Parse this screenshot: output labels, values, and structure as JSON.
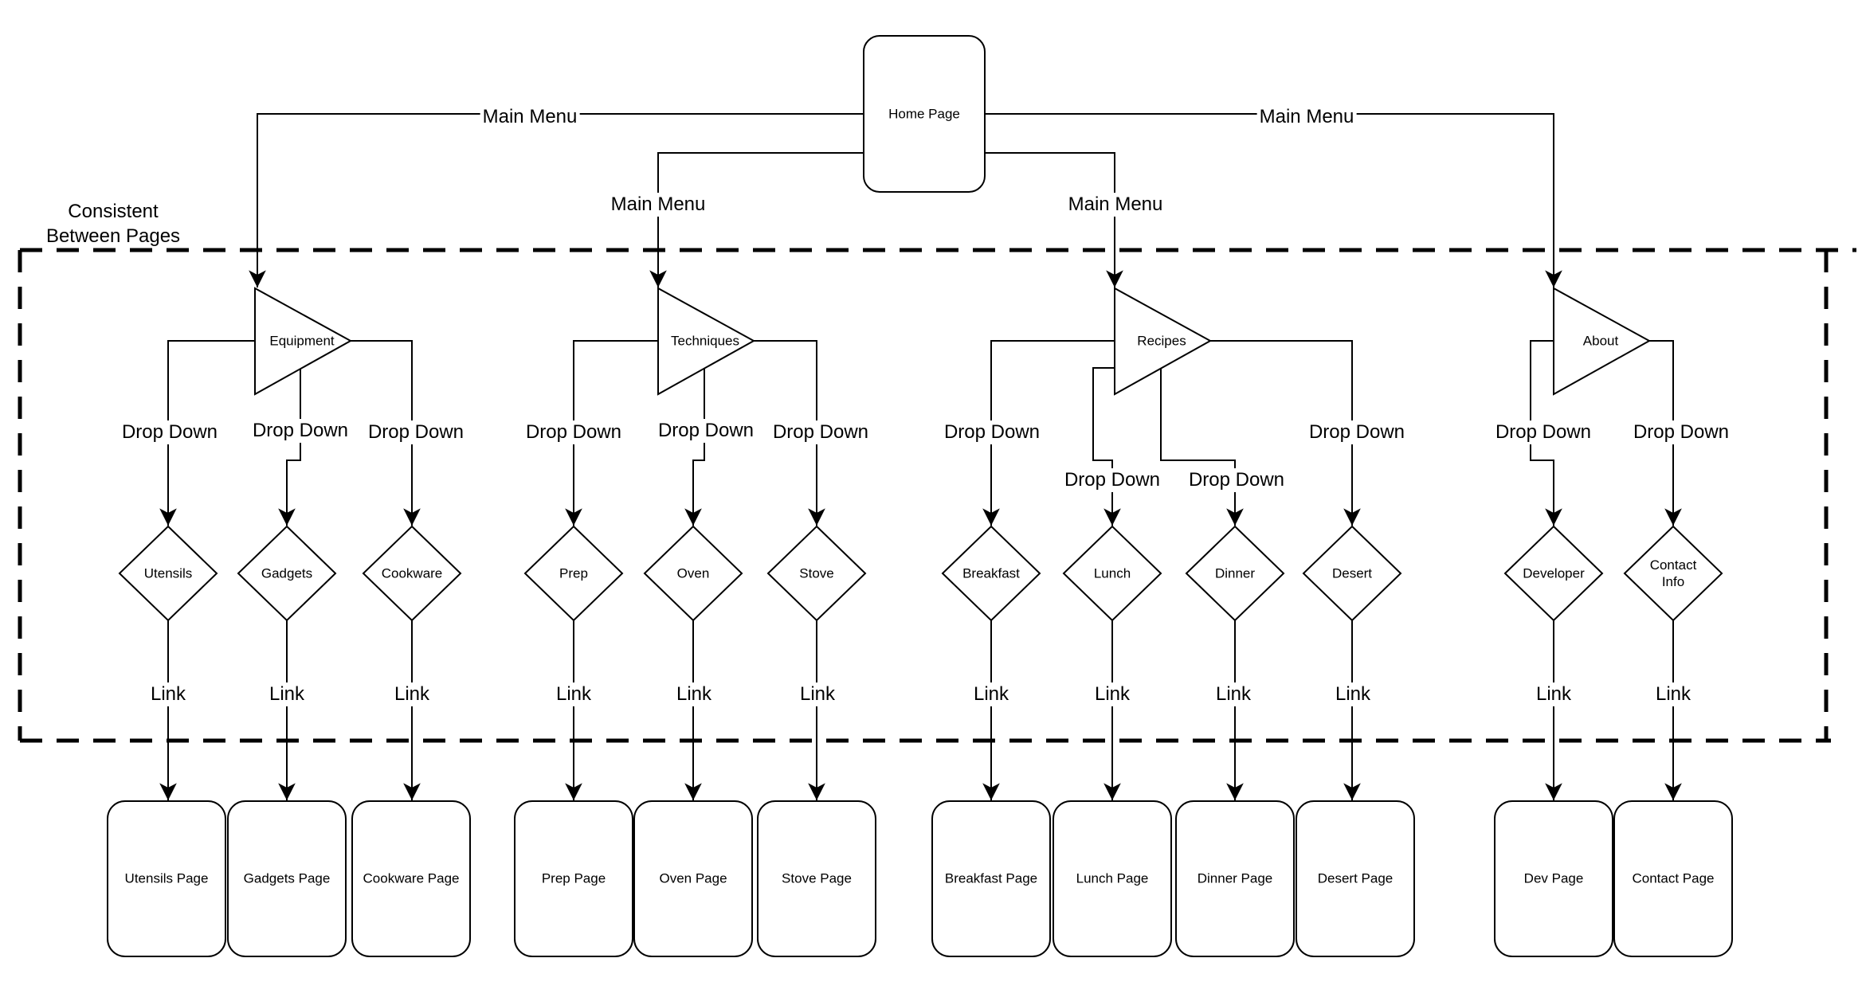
{
  "note": {
    "line1": "Consistent",
    "line2": "Between Pages"
  },
  "home": {
    "label": "Home Page"
  },
  "labels": {
    "main_menu": "Main Menu",
    "drop_down": "Drop Down",
    "link": "Link"
  },
  "menus": [
    {
      "label": "Equipment"
    },
    {
      "label": "Techniques"
    },
    {
      "label": "Recipes"
    },
    {
      "label": "About"
    }
  ],
  "items": [
    {
      "option": "Utensils",
      "page": "Utensils Page"
    },
    {
      "option": "Gadgets",
      "page": "Gadgets Page"
    },
    {
      "option": "Cookware",
      "page": "Cookware Page"
    },
    {
      "option": "Prep",
      "page": "Prep Page"
    },
    {
      "option": "Oven",
      "page": "Oven Page"
    },
    {
      "option": "Stove",
      "page": "Stove Page"
    },
    {
      "option": "Breakfast",
      "page": "Breakfast Page"
    },
    {
      "option": "Lunch",
      "page": "Lunch Page"
    },
    {
      "option": "Dinner",
      "page": "Dinner Page"
    },
    {
      "option": "Desert",
      "page": "Desert Page"
    },
    {
      "option": "Developer",
      "page": "Dev Page"
    },
    {
      "option": "Contact Info",
      "page": "Contact Page"
    }
  ],
  "colors": {
    "stroke": "#000000",
    "fill": "#ffffff"
  }
}
